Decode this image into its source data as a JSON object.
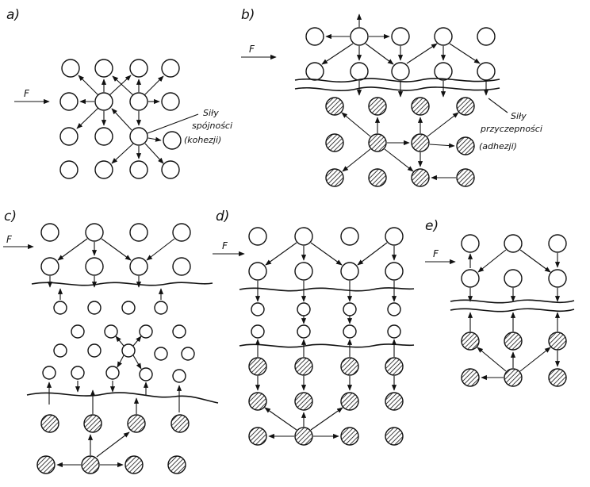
{
  "panels": {
    "a": {
      "label": "a)"
    },
    "b": {
      "label": "b)"
    },
    "c": {
      "label": "c)"
    },
    "d": {
      "label": "d)"
    },
    "e": {
      "label": "e)"
    }
  },
  "force_label": "F",
  "annotations": {
    "cohesion": [
      "Siły",
      "spójności",
      "(kohezji)"
    ],
    "adhesion": [
      "Siły",
      "przyczepności",
      "(adhezji)"
    ]
  },
  "colors": {
    "ink": "#111111",
    "background": "#ffffff"
  }
}
